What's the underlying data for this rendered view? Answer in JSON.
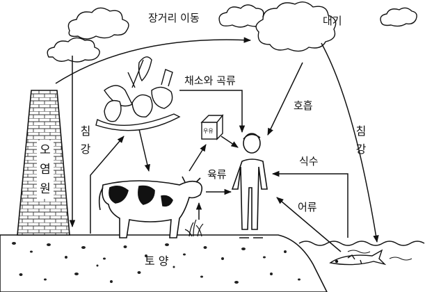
{
  "labels": {
    "long_range_transport": "장거리 이동",
    "atmosphere": "대기",
    "vegetables_grains": "채소와 곡류",
    "respiration": "호흡",
    "deposition_left": "침강",
    "deposition_right": "침강",
    "pollution_source": "오염원",
    "drinking_water": "식수",
    "meat": "육류",
    "fish": "어류",
    "soil": "토 양",
    "milk": "우유"
  }
}
